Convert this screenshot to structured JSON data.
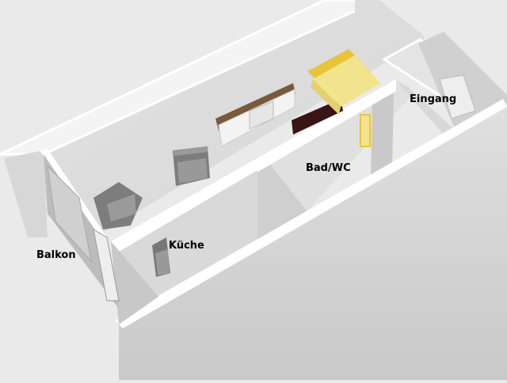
{
  "rooms": {
    "balkon": "Balkon",
    "kueche": "Küche",
    "bad_wc": "Bad/WC",
    "eingang": "Eingang"
  },
  "colors": {
    "background": "#e9e9e9",
    "wall_top": "#ffffff",
    "wall_side": "#d2d2d2",
    "floor": "#dcdcdc",
    "bed": "#f2e48c",
    "bed_frame": "#e8c43a",
    "sideboard_wood": "#7a5a3c",
    "armchair": "#7d7d7d",
    "dark_panel": "#3a1515"
  },
  "icons": [
    "armchair-icon",
    "bed-icon",
    "sideboard-icon",
    "door-icon",
    "window-icon"
  ]
}
